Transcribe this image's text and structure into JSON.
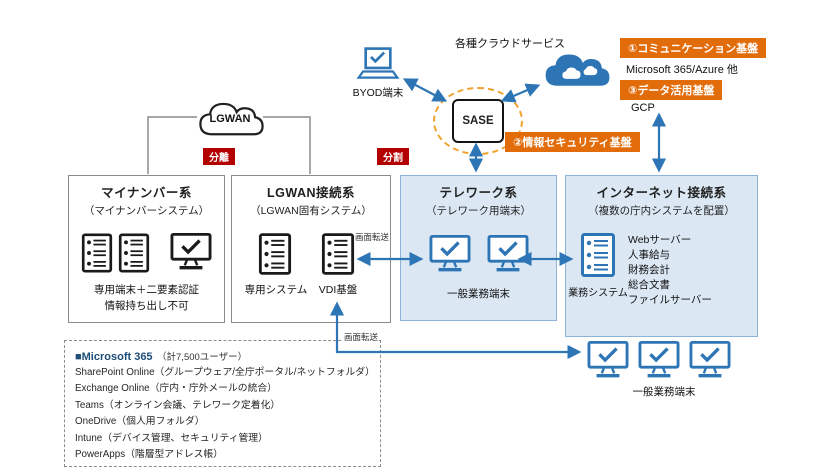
{
  "colors": {
    "accent_blue": "#2e75b6",
    "light_blue_fill": "#dbe8f4",
    "orange_badge": "#e36c0a",
    "red_badge": "#b30000",
    "border_gray": "#8c8c8c"
  },
  "top": {
    "cloud_services_label": "各種クラウドサービス",
    "byod_label": "BYOD端末",
    "sase_label": "SASE",
    "lgwan_label": "LGWAN",
    "separation_badge": "分離",
    "split_badge": "分割",
    "platform1_badge": "①コミュニケーション基盤",
    "platform1_sub": "Microsoft 365/Azure 他",
    "platform3_badge": "③データ活用基盤",
    "platform3_sub": "GCP",
    "platform2_badge": "②情報セキュリティ基盤"
  },
  "zones": {
    "mynumber": {
      "title": "マイナンバー系",
      "subtitle": "（マイナンバーシステム）",
      "note_line1": "専用端末＋二要素認証",
      "note_line2": "情報持ち出し不可"
    },
    "lgwan": {
      "title": "LGWAN接続系",
      "subtitle": "（LGWAN固有システム）",
      "server_label": "専用システム",
      "vdi_label": "VDI基盤",
      "screen_transfer_upper": "画面転送",
      "screen_transfer_lower": "画面転送"
    },
    "telework": {
      "title": "テレワーク系",
      "subtitle": "（テレワーク用端末）",
      "terminals_label": "一般業務端末"
    },
    "internet": {
      "title": "インターネット接続系",
      "subtitle": "（複数の庁内システムを配置）",
      "server_label": "業務システム",
      "systems": [
        "Webサーバー",
        "人事給与",
        "財務会計",
        "総合文書",
        "ファイルサーバー"
      ],
      "terminals_label": "一般業務端末"
    }
  },
  "m365": {
    "title": "■Microsoft 365",
    "title_suffix": "（計7,500ユーザー）",
    "items": [
      "SharePoint Online（グループウェア/全庁ポータル/ネットフォルダ）",
      "Exchange Online（庁内・庁外メールの統合）",
      "Teams（オンライン会議、テレワーク定着化）",
      "OneDrive（個人用フォルダ）",
      "Intune（デバイス管理、セキュリティ管理）",
      "PowerApps（階層型アドレス帳）"
    ]
  }
}
